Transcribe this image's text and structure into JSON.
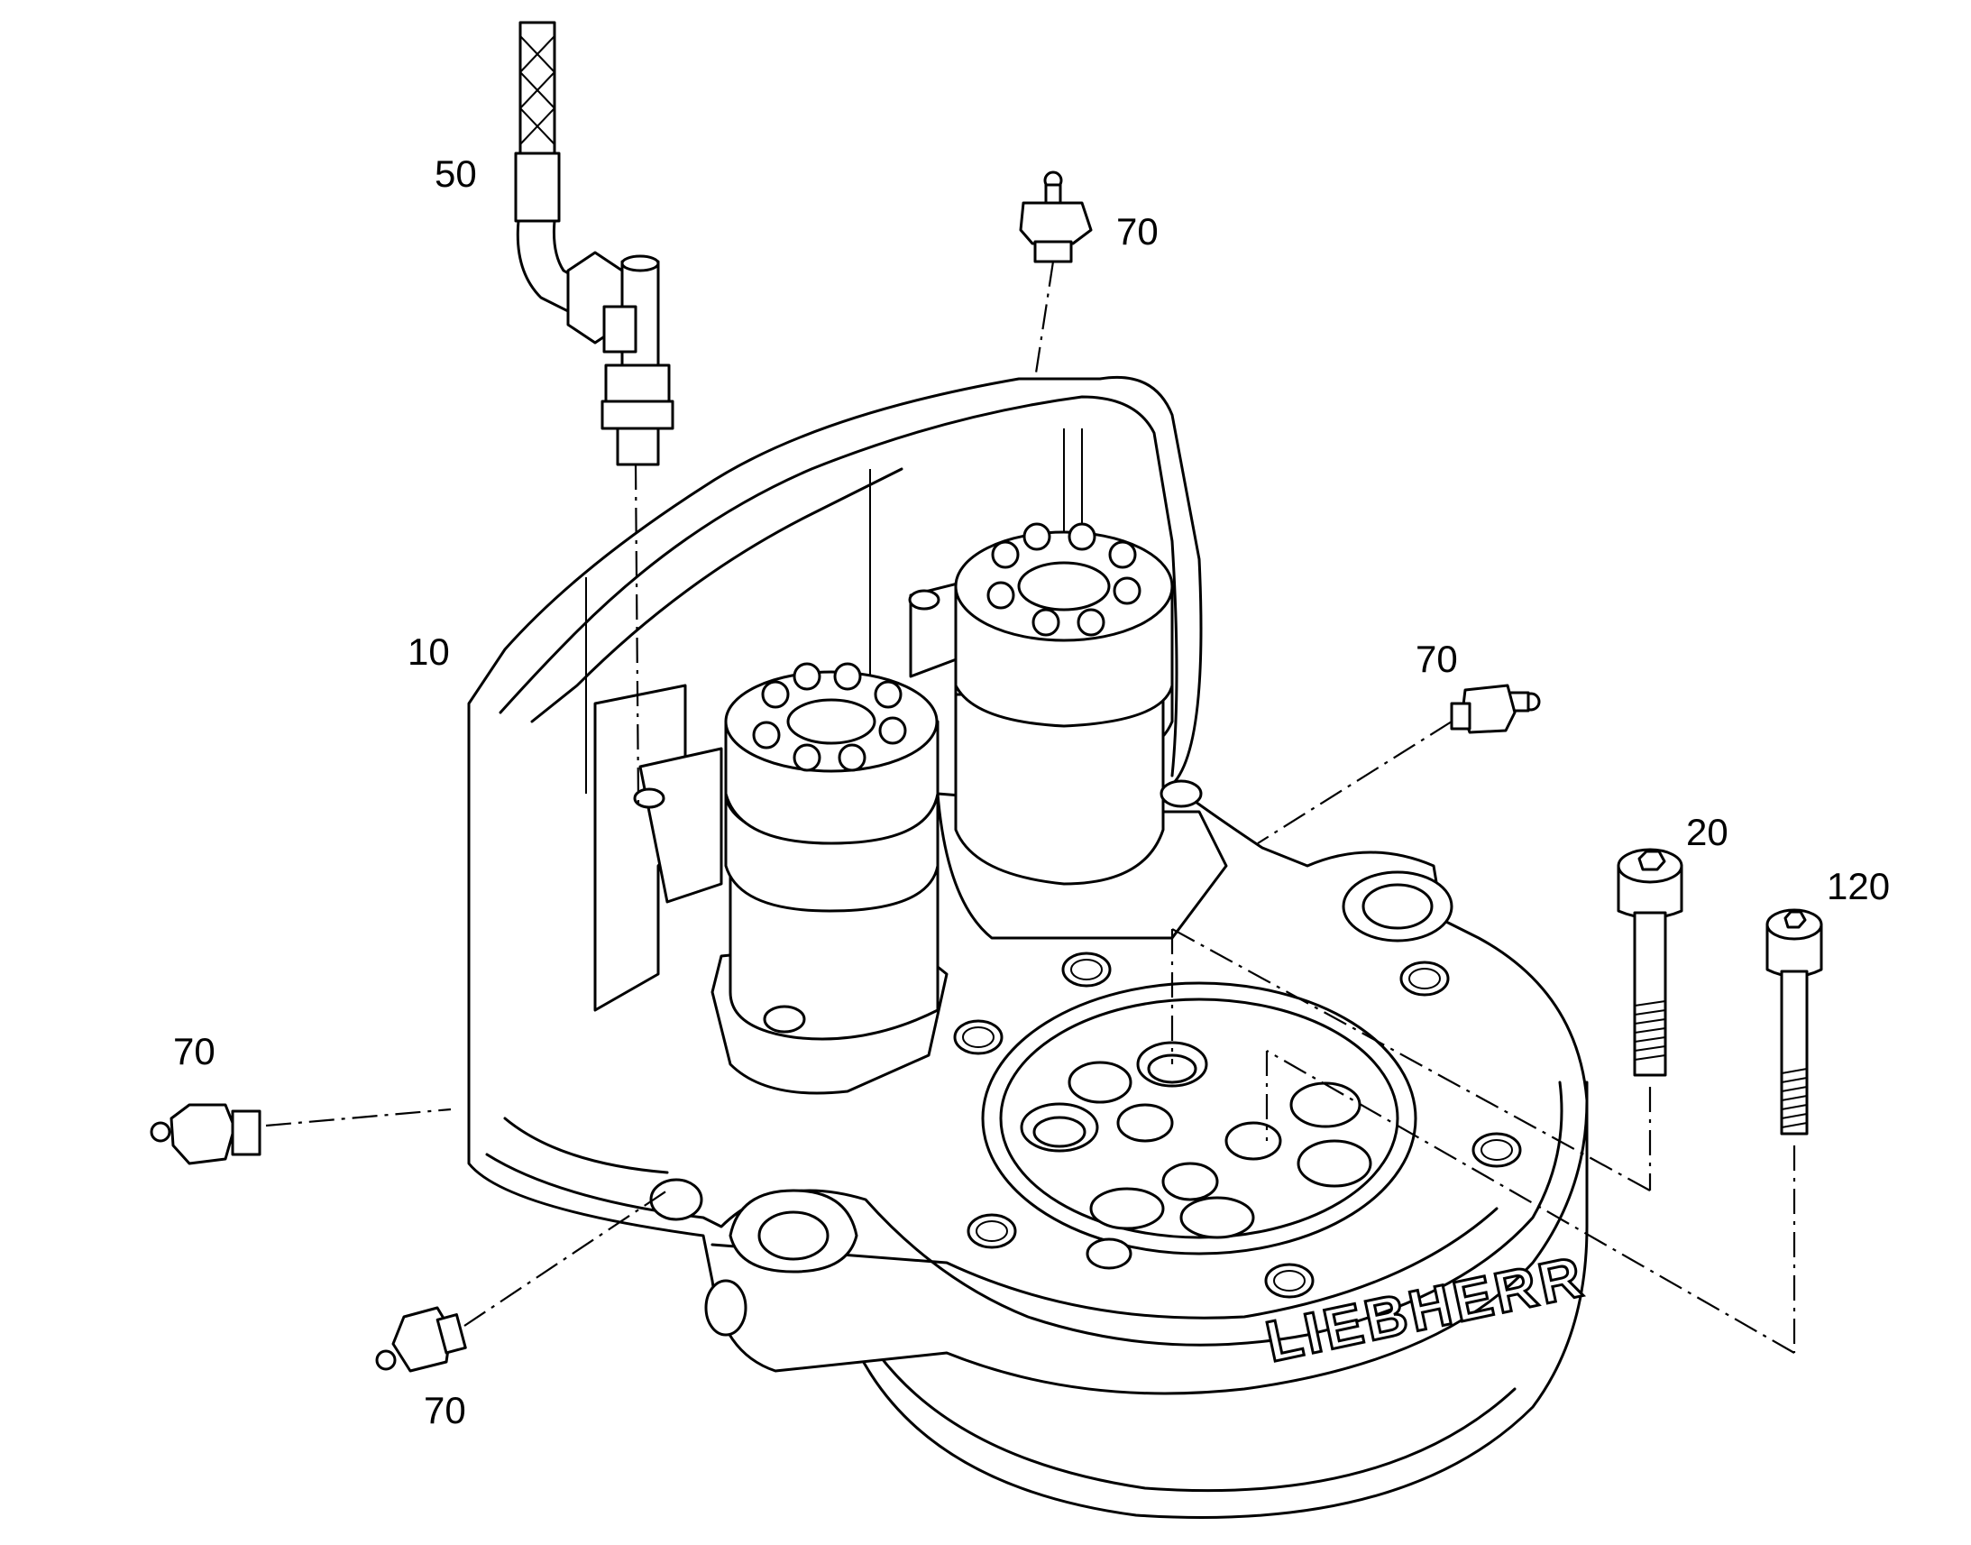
{
  "callouts": {
    "c50": "50",
    "c70_top": "70",
    "c10": "10",
    "c70_right": "70",
    "c20": "20",
    "c120": "120",
    "c70_left": "70",
    "c70_bottom": "70"
  },
  "brand": {
    "text": "LIEBHERR"
  }
}
